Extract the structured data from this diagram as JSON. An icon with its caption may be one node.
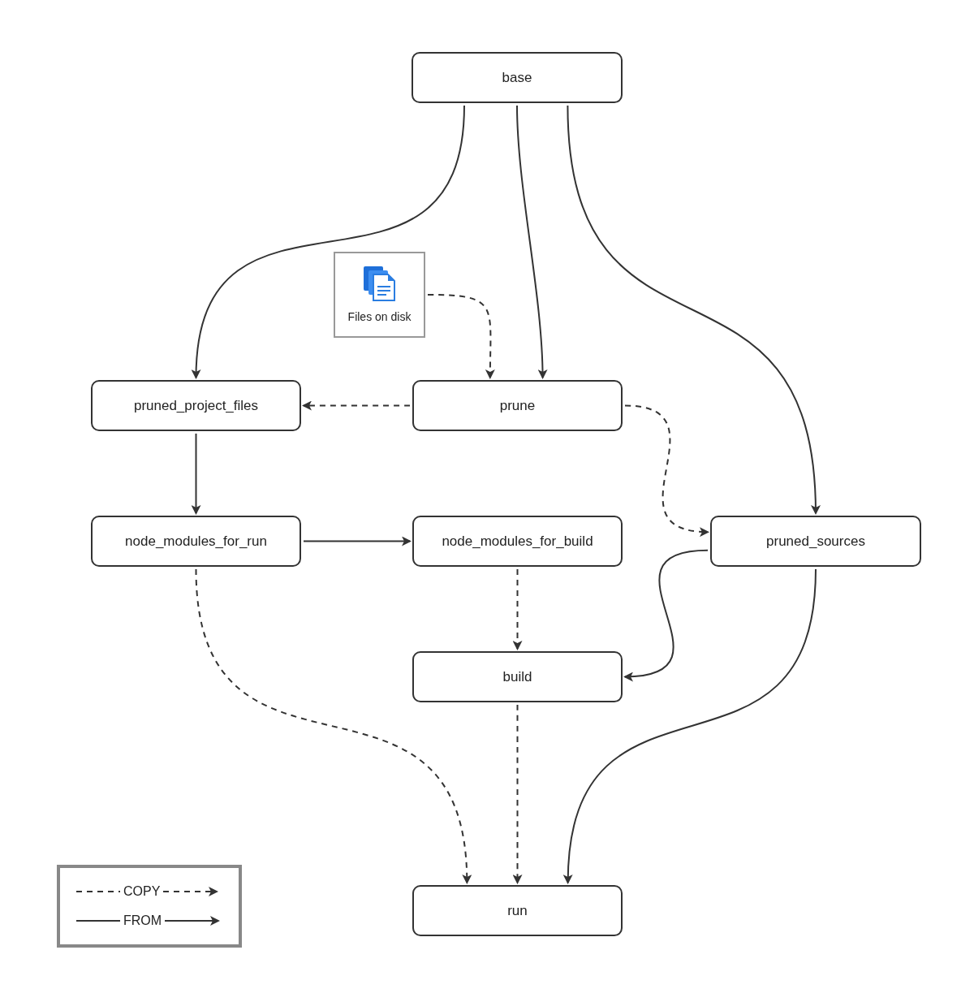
{
  "diagram": {
    "nodes": [
      {
        "text": [
          "base"
        ]
      },
      {
        "text": [
          "Files on disk"
        ]
      },
      {
        "text": [
          "pruned_project_files"
        ]
      },
      {
        "text": [
          "prune"
        ]
      },
      {
        "text": [
          "node_modules_for_run"
        ]
      },
      {
        "text": [
          "node_modules_for_build"
        ]
      },
      {
        "text": [
          "pruned_sources"
        ]
      },
      {
        "text": [
          "build"
        ]
      },
      {
        "text": [
          "run"
        ]
      }
    ],
    "edges": [
      {
        "from": 0,
        "to": 2,
        "arrow": "to"
      },
      {
        "from": 0,
        "to": 3,
        "arrow": "to"
      },
      {
        "from": 0,
        "to": 6,
        "arrow": "to"
      },
      {
        "from": 1,
        "to": 3,
        "arrow": "to",
        "style": "dashed"
      },
      {
        "from": 3,
        "to": 2,
        "arrow": "to",
        "style": "dashed"
      },
      {
        "from": 3,
        "to": 6,
        "arrow": "to",
        "style": "dashed"
      },
      {
        "from": 2,
        "to": 4,
        "arrow": "to"
      },
      {
        "from": 4,
        "to": 5,
        "arrow": "to"
      },
      {
        "from": 5,
        "to": 7,
        "arrow": "to",
        "style": "dashed"
      },
      {
        "from": 6,
        "to": 7,
        "arrow": "to"
      },
      {
        "from": 4,
        "to": 8,
        "arrow": "to",
        "style": "dashed"
      },
      {
        "from": 7,
        "to": 8,
        "arrow": "to",
        "style": "dashed"
      },
      {
        "from": 6,
        "to": 8,
        "arrow": "to"
      }
    ],
    "legend": [
      {
        "text": "COPY"
      },
      {
        "text": "FROM"
      }
    ]
  }
}
